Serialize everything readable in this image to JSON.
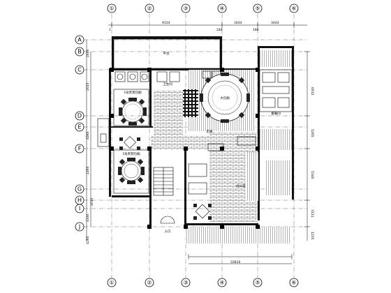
{
  "grid": {
    "columns": [
      "①",
      "②",
      "③",
      "④",
      "⑤",
      "⑥"
    ],
    "rows": [
      "A",
      "B",
      "C",
      "D",
      "E",
      "F",
      "G",
      "H",
      "I",
      "J"
    ]
  },
  "dimensions": {
    "top": [
      "9154",
      "3444",
      "3444"
    ],
    "top_small": [
      "1",
      "248",
      "188"
    ],
    "bottom_total": "33810",
    "right": [
      "6915",
      "5265",
      "5340",
      "3111",
      "1235"
    ],
    "left": [
      "2400",
      "2015",
      "4565",
      "2265",
      "2010",
      "1330",
      "4265"
    ]
  },
  "room_labels": {
    "terrace": "平台",
    "bathroom": "卫生间",
    "vip_a": "1号贵宾包厢",
    "vip_b": "2号贵宾包厢",
    "vip_large": "大包厢",
    "corridor": "走廊",
    "service": "备餐间",
    "office": "办公室",
    "entrance": "入口"
  }
}
